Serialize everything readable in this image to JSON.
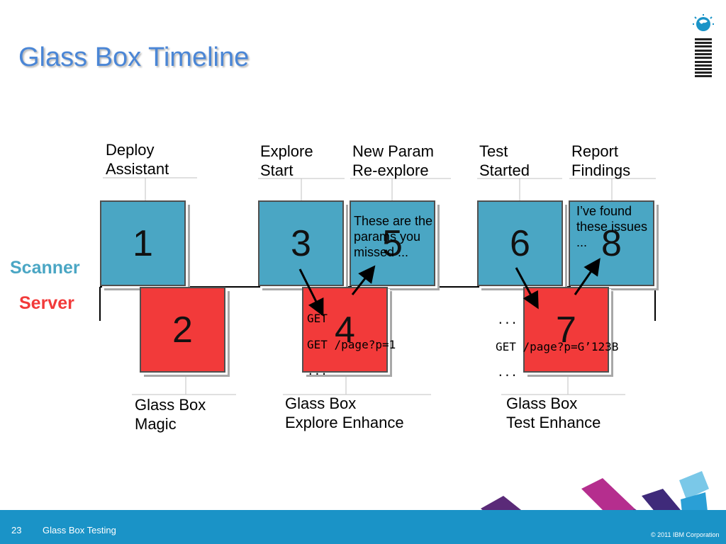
{
  "title": "Glass Box Timeline",
  "lanes": {
    "scanner": "Scanner",
    "server": "Server"
  },
  "steps": {
    "s1": "1",
    "s2": "2",
    "s3": "3",
    "s4": "4",
    "s5": "5",
    "s6": "6",
    "s7": "7",
    "s8": "8"
  },
  "labels": {
    "deploy_l1": "Deploy",
    "deploy_l2": "Assistant",
    "explore_l1": "Explore",
    "explore_l2": "Start",
    "newparam_l1": "New Param",
    "newparam_l2": "Re-explore",
    "test_l1": "Test",
    "test_l2": "Started",
    "report_l1": "Report",
    "report_l2": "Findings",
    "magic_l1": "Glass Box",
    "magic_l2": "Magic",
    "exenh_l1": "Glass Box",
    "exenh_l2": "Explore Enhance",
    "tenh_l1": "Glass Box",
    "tenh_l2": "Test Enhance"
  },
  "notes": {
    "params_1": "These are the",
    "params_2": "params you",
    "params_3": "missed ...",
    "found_1": "I’ve found",
    "found_2": "these issues",
    "found_3": "..."
  },
  "requests": {
    "explore_1": "GET",
    "explore_2": "GET /page?p=1",
    "explore_3": "...",
    "test_1": "...",
    "test_2": "GET /page?p=G’123B",
    "test_3": "..."
  },
  "footer": {
    "page_number": "23",
    "deck_title": "Glass Box Testing",
    "copyright": "© 2011 IBM Corporation"
  },
  "logo": {
    "wordmark": "IBM"
  },
  "colors": {
    "scanner": "#4aa6c4",
    "server": "#f23a3a",
    "footer": "#1a93c7",
    "title": "#4a86d6"
  }
}
